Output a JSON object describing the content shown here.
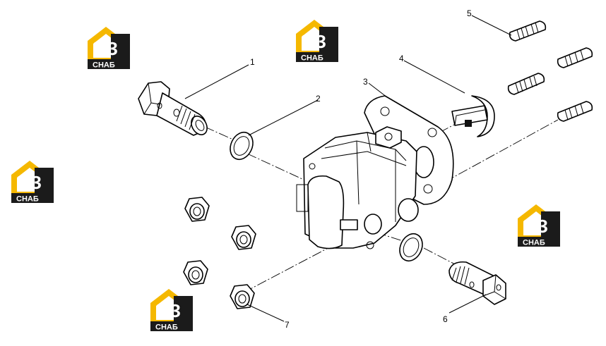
{
  "logo": {
    "big_text": "НЗ",
    "small_text": "СНАБ",
    "accent_color": "#f5b800",
    "dark_color": "#1b1b1b"
  },
  "callouts": [
    "1",
    "2",
    "3",
    "4",
    "5",
    "6",
    "7"
  ],
  "colors": {
    "line": "#000000",
    "background": "#ffffff"
  }
}
